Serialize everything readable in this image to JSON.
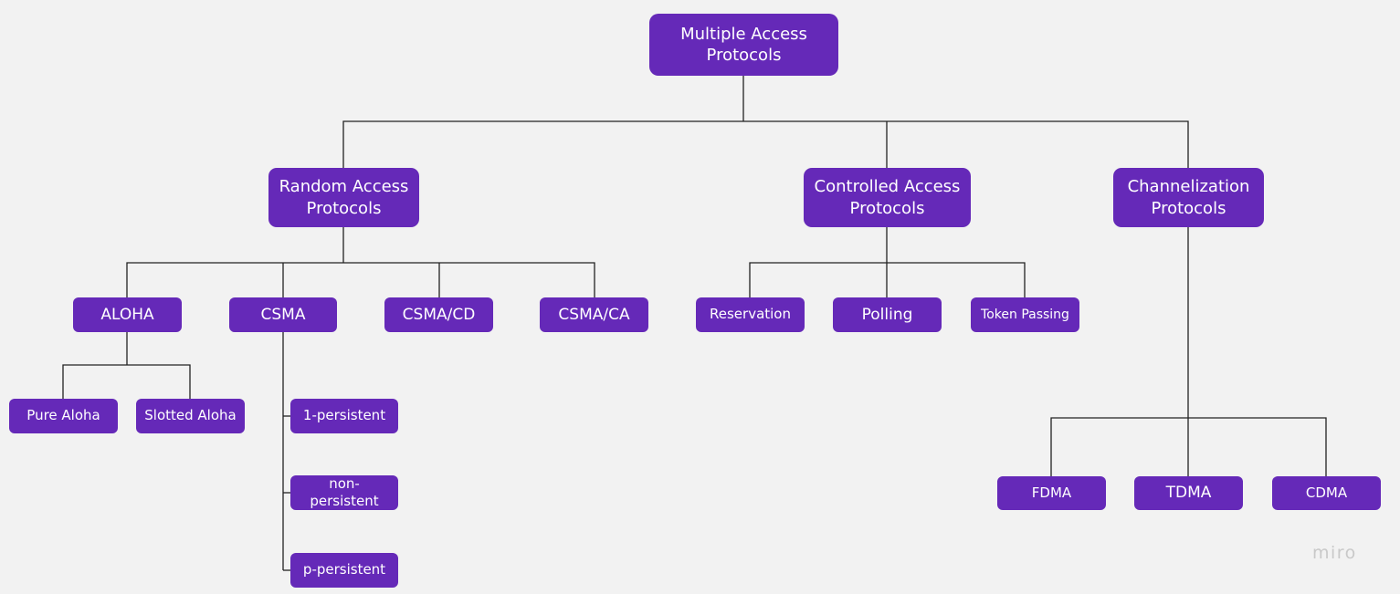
{
  "diagram": {
    "root": "Multiple Access Protocols",
    "categories": {
      "random": "Random Access Protocols",
      "controlled": "Controlled Access Protocols",
      "channelization": "Channelization Protocols"
    },
    "random_children": {
      "aloha": "ALOHA",
      "csma": "CSMA",
      "csma_cd": "CSMA/CD",
      "csma_ca": "CSMA/CA"
    },
    "aloha_children": {
      "pure": "Pure Aloha",
      "slotted": "Slotted Aloha"
    },
    "csma_children": {
      "one_persistent": "1-persistent",
      "non_persistent": "non-persistent",
      "p_persistent": "p-persistent"
    },
    "controlled_children": {
      "reservation": "Reservation",
      "polling": "Polling",
      "token_passing": "Token Passing"
    },
    "channelization_children": {
      "fdma": "FDMA",
      "tdma": "TDMA",
      "cdma": "CDMA"
    }
  },
  "branding": {
    "watermark": "miro"
  },
  "colors": {
    "node_fill": "#6529b8",
    "node_text": "#ffffff",
    "connector": "#222222",
    "background": "#f2f2f2"
  }
}
